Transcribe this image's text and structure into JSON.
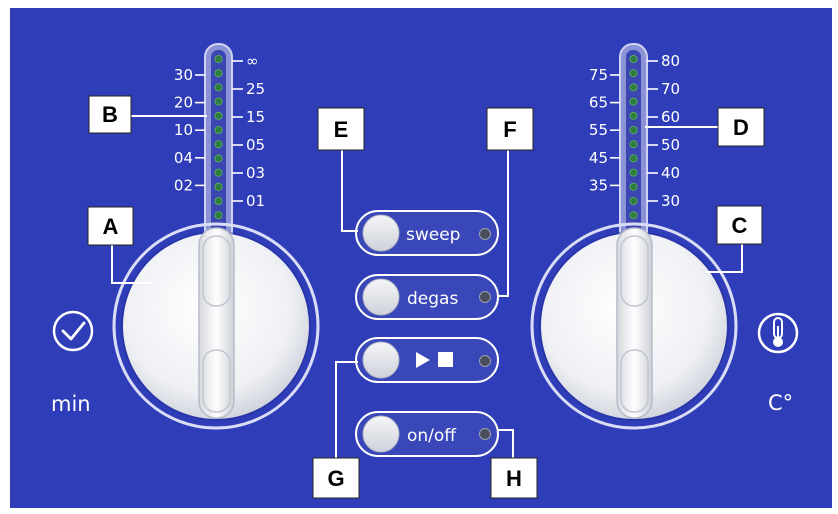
{
  "timer": {
    "unit": "min",
    "scale_left": [
      "30",
      "20",
      "10",
      "04",
      "02"
    ],
    "scale_right": [
      "∞",
      "25",
      "15",
      "05",
      "03",
      "01"
    ]
  },
  "temperature": {
    "unit": "C°",
    "scale_left": [
      "75",
      "65",
      "55",
      "45",
      "35"
    ],
    "scale_right": [
      "80",
      "70",
      "60",
      "50",
      "40",
      "30"
    ]
  },
  "buttons": {
    "sweep": "sweep",
    "degas": "degas",
    "on_off": "on/off"
  },
  "callouts": {
    "A": "A",
    "B": "B",
    "C": "C",
    "D": "D",
    "E": "E",
    "F": "F",
    "G": "G",
    "H": "H"
  },
  "icons": [
    "clock-check-icon",
    "thermometer-icon",
    "play-stop-icon"
  ],
  "colors": {
    "panel": "#2f3db8",
    "led": "#2e7d3c"
  }
}
